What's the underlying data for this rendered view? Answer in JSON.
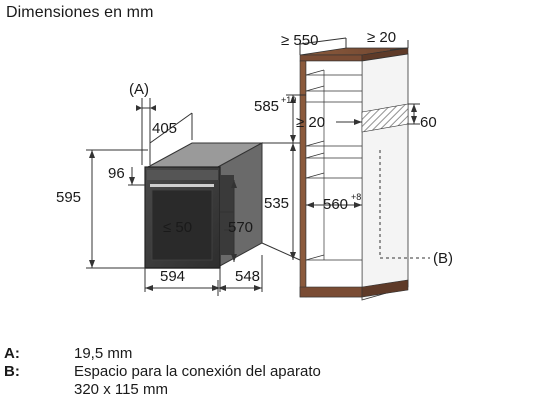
{
  "title": "Dimensiones en mm",
  "oven": {
    "callout_A": "(A)",
    "depth_body": "405",
    "top_offset": "96",
    "total_height": "595",
    "front_height": "535",
    "door_gap": "≤ 50",
    "inner_height": "570",
    "width": "594",
    "total_depth": "548"
  },
  "cabinet": {
    "min_depth": "≥ 550",
    "min_top_gap": "≥ 20",
    "niche_height": "585",
    "niche_height_tol": "+10",
    "vent_gap": "≥ 20",
    "vent_height": "60",
    "niche_width": "560",
    "niche_width_tol": "+8",
    "callout_B": "(B)"
  },
  "legend": {
    "a_key": "A:",
    "a_text": "19,5 mm",
    "b_key": "B:",
    "b_text_line1": "Espacio para la conexión del aparato",
    "b_text_line2": "320 x 115 mm"
  }
}
